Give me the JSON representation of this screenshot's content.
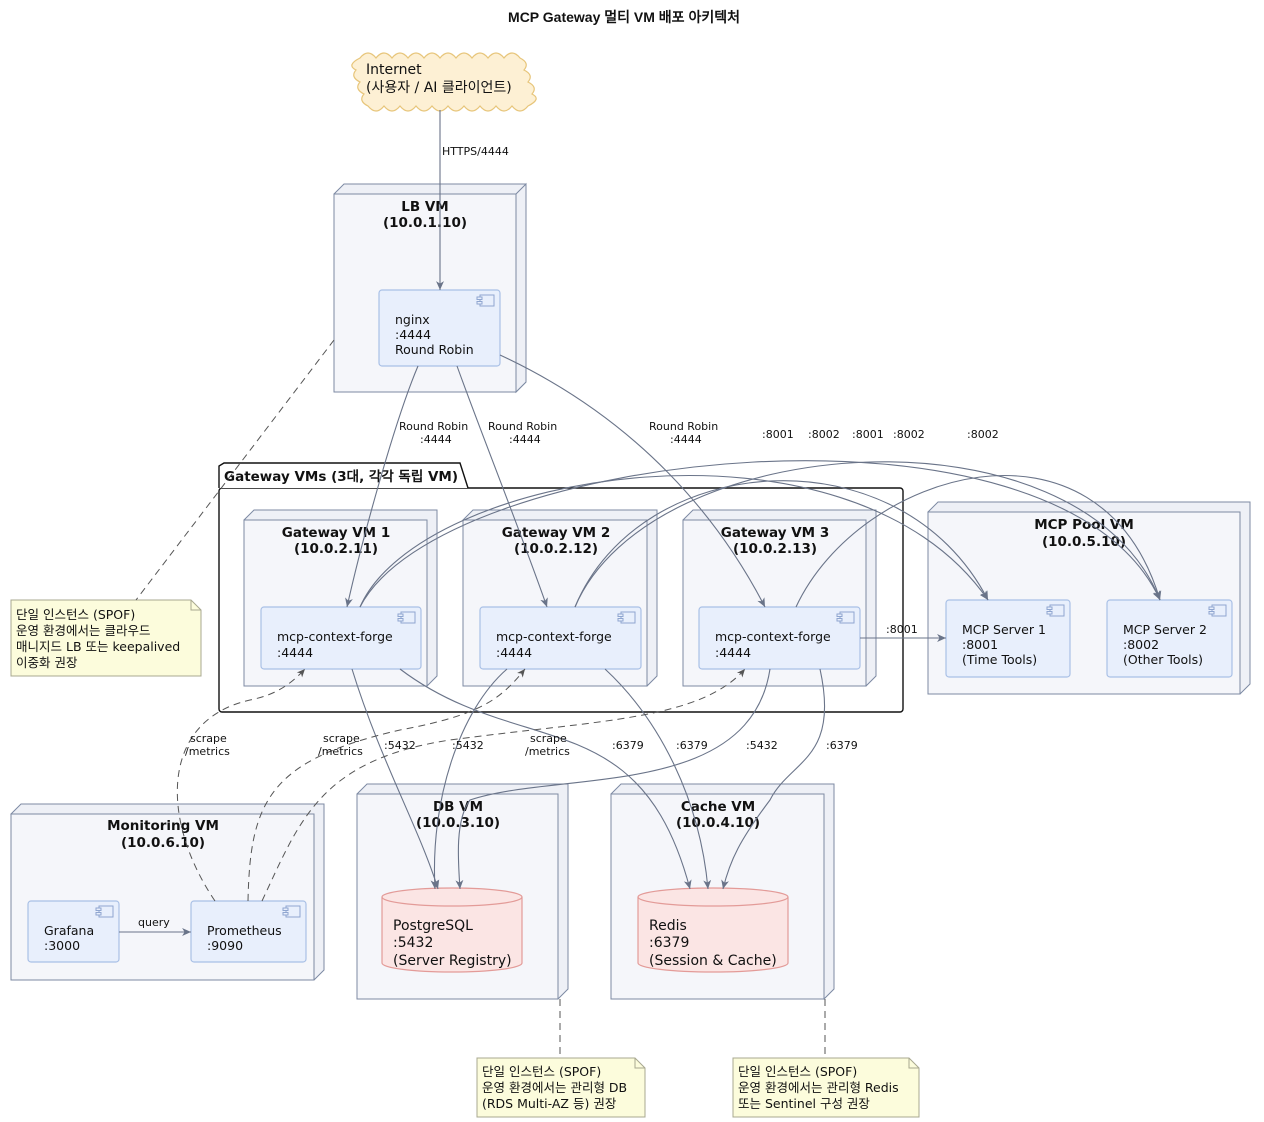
{
  "title": "MCP Gateway 멀티 VM 배포 아키텍처",
  "internet": {
    "line1": "Internet",
    "line2": "(사용자 / AI 클라이언트)"
  },
  "lb_vm": {
    "title1": "LB VM",
    "title2": "(10.0.1.10)",
    "nginx": [
      "nginx",
      ":4444",
      "Round Robin"
    ]
  },
  "gateway_group": {
    "title": "Gateway VMs (3대, 각각 독립 VM)"
  },
  "gateway_vms": [
    {
      "title1": "Gateway VM 1",
      "title2": "(10.0.2.11)",
      "comp": [
        "mcp-context-forge",
        ":4444"
      ]
    },
    {
      "title1": "Gateway VM 2",
      "title2": "(10.0.2.12)",
      "comp": [
        "mcp-context-forge",
        ":4444"
      ]
    },
    {
      "title1": "Gateway VM 3",
      "title2": "(10.0.2.13)",
      "comp": [
        "mcp-context-forge",
        ":4444"
      ]
    }
  ],
  "mcp_pool_vm": {
    "title1": "MCP Pool VM",
    "title2": "(10.0.5.10)",
    "server1": [
      "MCP Server 1",
      ":8001",
      "(Time Tools)"
    ],
    "server2": [
      "MCP Server 2",
      ":8002",
      "(Other Tools)"
    ]
  },
  "monitoring_vm": {
    "title1": "Monitoring VM",
    "title2": "(10.0.6.10)",
    "grafana": [
      "Grafana",
      ":3000"
    ],
    "prometheus": [
      "Prometheus",
      ":9090"
    ]
  },
  "db_vm": {
    "title1": "DB VM",
    "title2": "(10.0.3.10)",
    "postgres": [
      "PostgreSQL",
      ":5432",
      "(Server Registry)"
    ]
  },
  "cache_vm": {
    "title1": "Cache VM",
    "title2": "(10.0.4.10)",
    "redis": [
      "Redis",
      ":6379",
      "(Session & Cache)"
    ]
  },
  "notes": {
    "lb": [
      "단일 인스턴스 (SPOF)",
      "운영 환경에서는 클라우드",
      "매니지드 LB 또는 keepalived",
      "이중화 권장"
    ],
    "db": [
      "단일 인스턴스 (SPOF)",
      "운영 환경에서는 관리형 DB",
      "(RDS Multi-AZ 등) 권장"
    ],
    "cache": [
      "단일 인스턴스 (SPOF)",
      "운영 환경에서는 관리형 Redis",
      "또는 Sentinel 구성 권장"
    ]
  },
  "edges": {
    "https": "HTTPS/4444",
    "rr1": [
      "Round Robin",
      ":4444"
    ],
    "rr2": [
      "Round Robin",
      ":4444"
    ],
    "rr3": [
      "Round Robin",
      ":4444"
    ],
    "p8001a": ":8001",
    "p8002a": ":8002",
    "p8001b": ":8001",
    "p8002b": ":8002",
    "p8002c": ":8002",
    "p8001c": ":8001",
    "scrape1": [
      "scrape",
      "/metrics"
    ],
    "scrape2": [
      "scrape",
      "/metrics"
    ],
    "scrape3": [
      "scrape",
      "/metrics"
    ],
    "pg1": ":5432",
    "pg2": ":5432",
    "pg3": ":5432",
    "rd1": ":6379",
    "rd2": ":6379",
    "rd3": ":6379",
    "query": "query"
  }
}
